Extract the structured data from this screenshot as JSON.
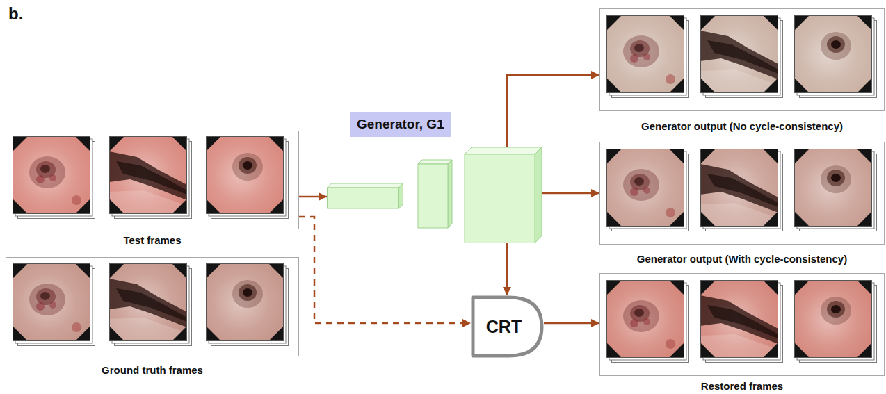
{
  "diagram": {
    "nodes": [
      {
        "text": [
          "Test frames"
        ]
      },
      {
        "text": [
          "Ground truth frames"
        ]
      },
      {
        "text": [
          "Generator, G1"
        ]
      },
      {
        "text": [
          "Generator output (No cycle-consistency)"
        ]
      },
      {
        "text": [
          "Generator output (With cycle-consistency)"
        ]
      },
      {
        "text": [
          "CRT"
        ]
      },
      {
        "text": [
          "Restored frames"
        ]
      }
    ],
    "edges": [
      {
        "from": 0,
        "to": 2,
        "arrow": "to"
      },
      {
        "from": 0,
        "to": 5,
        "arrow": "to"
      },
      {
        "from": 2,
        "to": 3,
        "arrow": "to"
      },
      {
        "from": 2,
        "to": 4,
        "arrow": "to"
      },
      {
        "from": 2,
        "to": 5,
        "arrow": "to"
      },
      {
        "from": 5,
        "to": 6,
        "arrow": "to"
      }
    ],
    "labels": [
      "b."
    ]
  }
}
